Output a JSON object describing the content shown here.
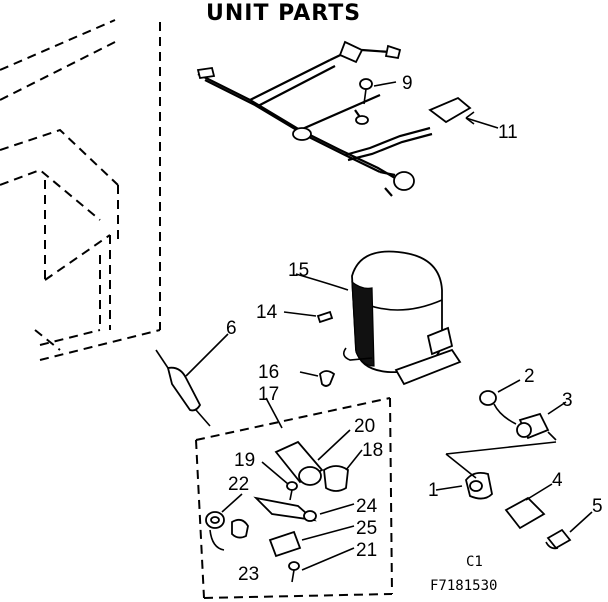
{
  "title": "UNIT PARTS",
  "labels": {
    "p9": "9",
    "p11": "11",
    "p15": "15",
    "p14": "14",
    "p6": "6",
    "p16": "16",
    "p17": "17",
    "p20": "20",
    "p18": "18",
    "p19": "19",
    "p22": "22",
    "p24": "24",
    "p25": "25",
    "p21": "21",
    "p23": "23",
    "p2": "2",
    "p3": "3",
    "p1": "1",
    "p4": "4",
    "p5": "5"
  },
  "figure_code": "C1",
  "drawing_number": "F7181530"
}
